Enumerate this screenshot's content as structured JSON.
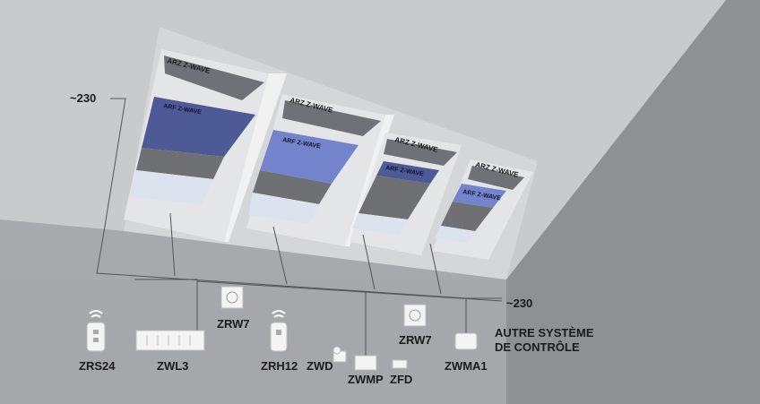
{
  "labels": {
    "voltage_left": "~230",
    "voltage_right": "~230",
    "zrs24": "ZRS24",
    "zwl3": "ZWL3",
    "zrw7_left": "ZRW7",
    "zrh12": "ZRH12",
    "zrw7_right": "ZRW7",
    "zwd": "ZWD",
    "zwmp": "ZWMP",
    "zfd": "ZFD",
    "zwma1": "ZWMA1",
    "other_system_line1": "AUTRE SYSTÈME",
    "other_system_line2": "DE CONTRÔLE"
  },
  "windows": [
    {
      "top_label": "ARZ Z-WAVE",
      "blind_label": "ARF Z-WAVE"
    },
    {
      "top_label": "ARZ Z-WAVE",
      "blind_label": "ARF Z-WAVE"
    },
    {
      "top_label": "ARZ Z-WAVE",
      "blind_label": "ARF Z-WAVE"
    },
    {
      "top_label": "ARZ Z-WAVE",
      "blind_label": "ARF Z-WAVE"
    }
  ],
  "colors": {
    "wall_light": "#c9cacc",
    "wall_dark": "#a6a7aa",
    "blind_blue": "#4e5a95",
    "blind_light_blue": "#7484cc",
    "shutter_gray": "#6f7074",
    "glass": "#dde3ee"
  }
}
